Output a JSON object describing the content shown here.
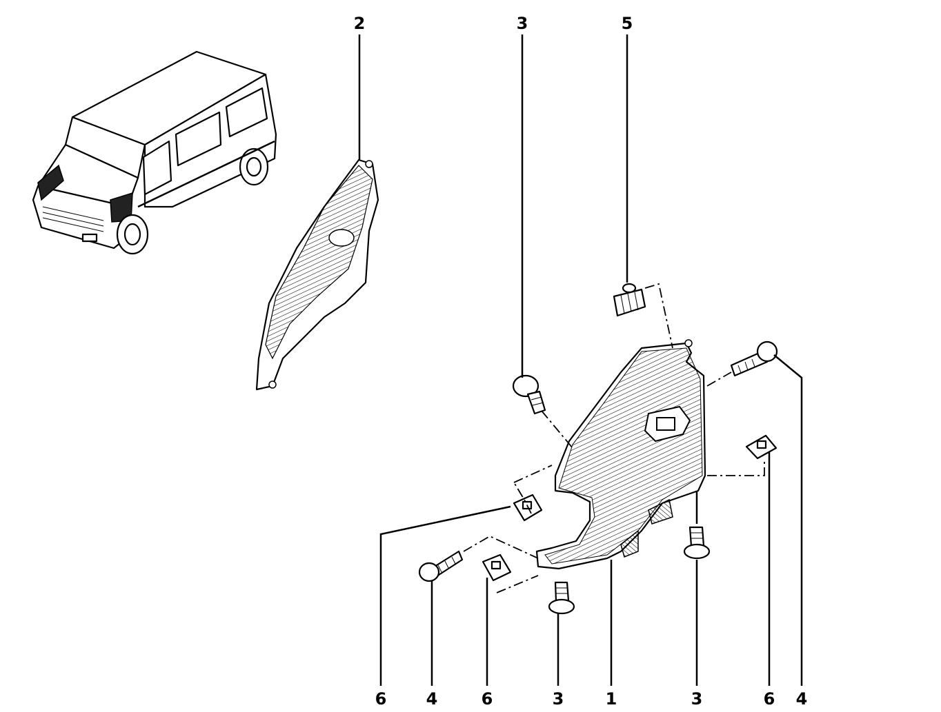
{
  "callouts": {
    "top": [
      "2",
      "3",
      "5"
    ],
    "bottom": [
      "6",
      "4",
      "6",
      "3",
      "1",
      "3",
      "6",
      "4"
    ]
  },
  "parts": [
    {
      "ref": "1",
      "name": "front-mud-flap"
    },
    {
      "ref": "2",
      "name": "wheel-arch-liner"
    },
    {
      "ref": "3",
      "name": "bolt"
    },
    {
      "ref": "4",
      "name": "screw"
    },
    {
      "ref": "5",
      "name": "grommet"
    },
    {
      "ref": "6",
      "name": "clip-nut"
    }
  ]
}
